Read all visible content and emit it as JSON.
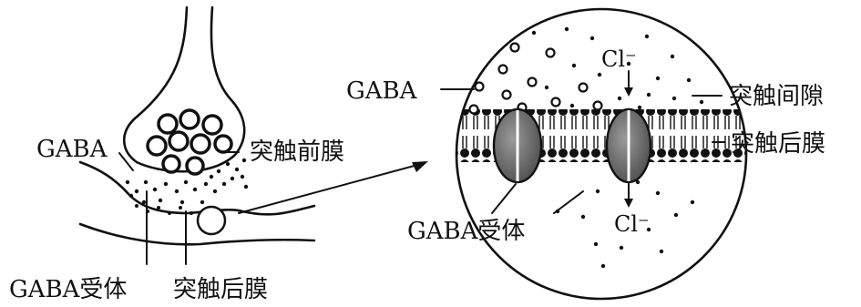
{
  "left_panel": {
    "gaba": "GABA",
    "presynaptic_membrane": "突触前膜",
    "gaba_receptor": "GABA受体",
    "postsynaptic_membrane": "突触后膜"
  },
  "right_panel": {
    "gaba": "GABA",
    "chloride_top": "Cl⁻",
    "synaptic_cleft": "突触间隙",
    "postsynaptic_membrane": "突触后膜",
    "gaba_receptor": "GABA受体",
    "chloride_bottom": "Cl⁻"
  }
}
